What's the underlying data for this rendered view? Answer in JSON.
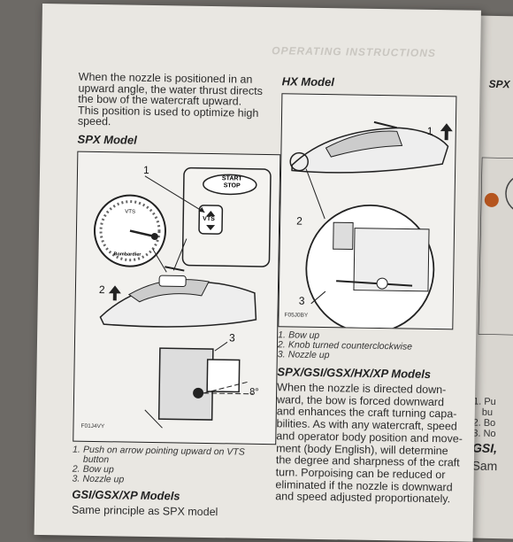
{
  "manual": {
    "header_faded": "OPERATING INSTRUCTIONS",
    "intro_lines": [
      "When the nozzle is positioned in an",
      "upward angle, the water thrust directs",
      "the bow of the watercraft upward.",
      "This position is used to optimize high",
      "speed."
    ],
    "spx_heading": "SPX Model",
    "spx_figure": {
      "button_start": "START",
      "button_stop": "STOP",
      "vts_label": "VTS",
      "gauge_label": "VTS",
      "gauge_brand": "Bombardier",
      "angle": "8°",
      "code": "F01J4VY",
      "callouts": [
        "1",
        "2",
        "3"
      ]
    },
    "spx_caption": [
      {
        "n": "1.",
        "text": "Push on arrow pointing upward on VTS"
      },
      {
        "n": "",
        "text": "button"
      },
      {
        "n": "2.",
        "text": "Bow up"
      },
      {
        "n": "3.",
        "text": "Nozzle up"
      }
    ],
    "gsi_heading": "GSI/GSX/XP Models",
    "gsi_partial": "Same principle as SPX model",
    "hx_heading": "HX Model",
    "hx_figure": {
      "code": "F05J0BY",
      "callouts": [
        "1",
        "2",
        "3"
      ]
    },
    "hx_caption": [
      {
        "n": "1.",
        "text": "Bow up"
      },
      {
        "n": "2.",
        "text": "Knob turned counterclockwise"
      },
      {
        "n": "3.",
        "text": "Nozzle up"
      }
    ],
    "multi_heading": "SPX/GSI/GSX/HX/XP Models",
    "multi_lines": [
      "When the nozzle is directed down-",
      "ward, the bow is forced downward",
      "and enhances the craft turning capa-",
      "bilities. As with any watercraft, speed",
      "and operator body position and move-",
      "ment (body English), will determine",
      "the degree and sharpness of the craft",
      "turn. Porpoising can be reduced or",
      "eliminated if the nozzle is downward",
      "and speed adjusted proportionately."
    ]
  },
  "next_page": {
    "heading_cut": "SPX M",
    "caption_lines": [
      "1. Pu",
      "bu",
      "2. Bo",
      "3. No"
    ],
    "heading2_cut": "GSI,",
    "text_cut": "Sam"
  }
}
